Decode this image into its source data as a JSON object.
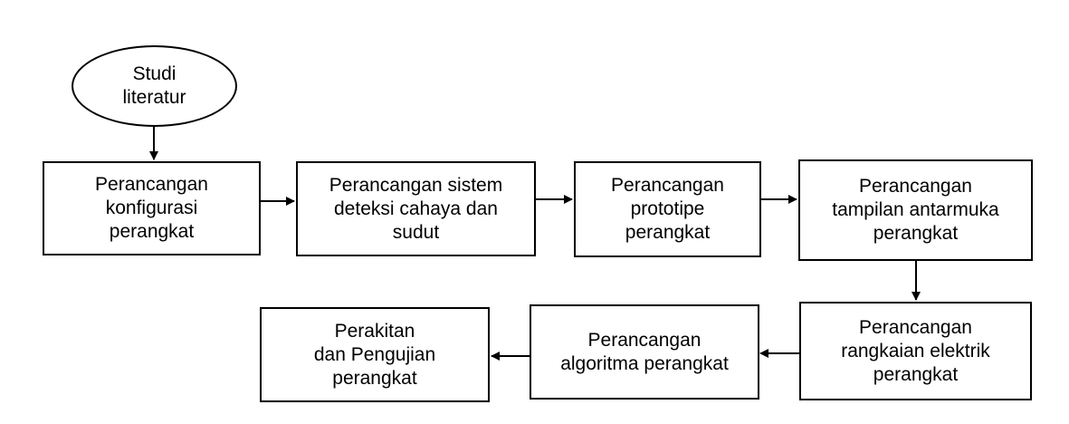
{
  "diagram": {
    "nodes": [
      {
        "id": "studi-literatur",
        "label": "Studi\nliteratur",
        "shape": "oval"
      },
      {
        "id": "konfigurasi",
        "label": "Perancangan\nkonfigurasi\nperangkat",
        "shape": "rect"
      },
      {
        "id": "deteksi",
        "label": "Perancangan sistem\ndeteksi cahaya dan\nsudut",
        "shape": "rect"
      },
      {
        "id": "prototipe",
        "label": "Perancangan\nprototipe\nperangkat",
        "shape": "rect"
      },
      {
        "id": "antarmuka",
        "label": "Perancangan\ntampilan antarmuka\nperangkat",
        "shape": "rect"
      },
      {
        "id": "rangkaian",
        "label": "Perancangan\nrangkaian elektrik\nperangkat",
        "shape": "rect"
      },
      {
        "id": "algoritma",
        "label": "Perancangan\nalgoritma perangkat",
        "shape": "rect"
      },
      {
        "id": "perakitan",
        "label": "Perakitan\ndan Pengujian\nperangkat",
        "shape": "rect"
      }
    ],
    "edges": [
      {
        "from": "studi-literatur",
        "to": "konfigurasi"
      },
      {
        "from": "konfigurasi",
        "to": "deteksi"
      },
      {
        "from": "deteksi",
        "to": "prototipe"
      },
      {
        "from": "prototipe",
        "to": "antarmuka"
      },
      {
        "from": "antarmuka",
        "to": "rangkaian"
      },
      {
        "from": "rangkaian",
        "to": "algoritma"
      },
      {
        "from": "algoritma",
        "to": "perakitan"
      }
    ]
  }
}
